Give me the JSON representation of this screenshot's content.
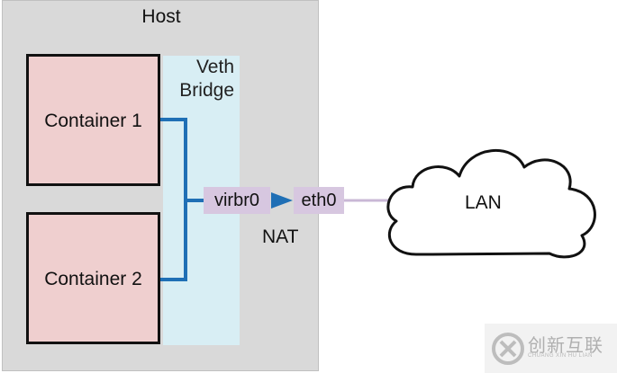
{
  "host": {
    "title": "Host"
  },
  "bridge": {
    "line1": "Veth",
    "line2": "Bridge"
  },
  "containers": [
    {
      "label": "Container 1"
    },
    {
      "label": "Container 2"
    }
  ],
  "interfaces": {
    "virbr0": "virbr0",
    "eth0": "eth0"
  },
  "nat": {
    "label": "NAT"
  },
  "lan": {
    "label": "LAN"
  },
  "watermark": {
    "text": "创新互联",
    "subtext": "CHUANG XIN HU LIAN"
  },
  "colors": {
    "host_bg": "#d9d9d9",
    "bridge_bg": "#d8eef4",
    "container_bg": "#efcfcf",
    "interface_bg": "#d7c7e0",
    "link_blue": "#1f6fb5",
    "wan_line": "#c9b8d6"
  }
}
